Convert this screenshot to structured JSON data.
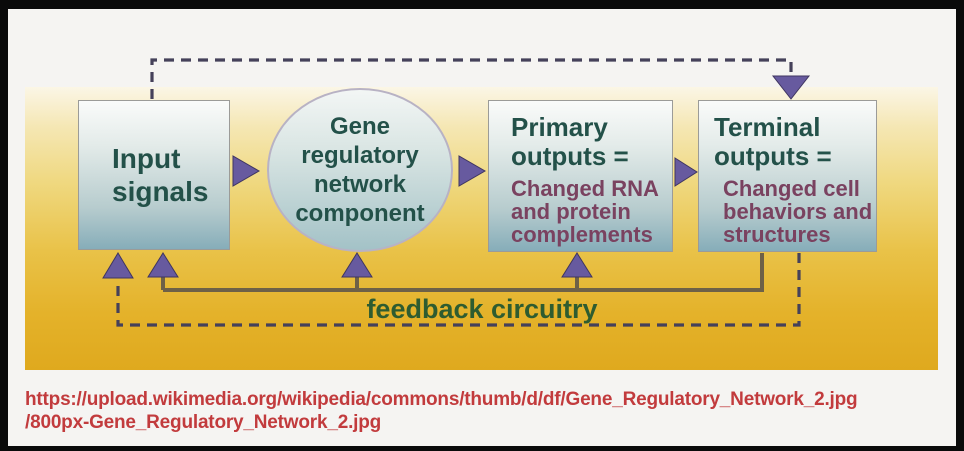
{
  "diagram": {
    "nodes": {
      "input": {
        "label": "Input\nsignals"
      },
      "grn": {
        "label": "Gene\nregulatory\nnetwork\ncomponent"
      },
      "primary": {
        "header": "Primary\noutputs =",
        "body": "Changed RNA\nand  protein\ncomplements"
      },
      "terminal": {
        "header": "Terminal\noutputs =",
        "body": "Changed cell\nbehaviors and\nstructures"
      }
    },
    "feedback_label": "feedback circuitry",
    "colors": {
      "panel_gold_top": "#fbf6e6",
      "panel_gold_bottom": "#dfa91e",
      "node_fill_top": "#fafbfa",
      "node_fill_bottom": "#86adb9",
      "header_teal": "#235149",
      "body_mauve": "#7a4260",
      "arrow_purple": "#675a9f",
      "dashed_line": "#45415a",
      "solid_feedback_line": "#6e6147",
      "feedback_green": "#2e5c30",
      "caption_red": "#c23b3d"
    }
  },
  "caption": {
    "url_line1": "https://upload.wikimedia.org/wikipedia/commons/thumb/d/df/Gene_Regulatory_Network_2.jpg",
    "url_line2": "/800px-Gene_Regulatory_Network_2.jpg"
  }
}
